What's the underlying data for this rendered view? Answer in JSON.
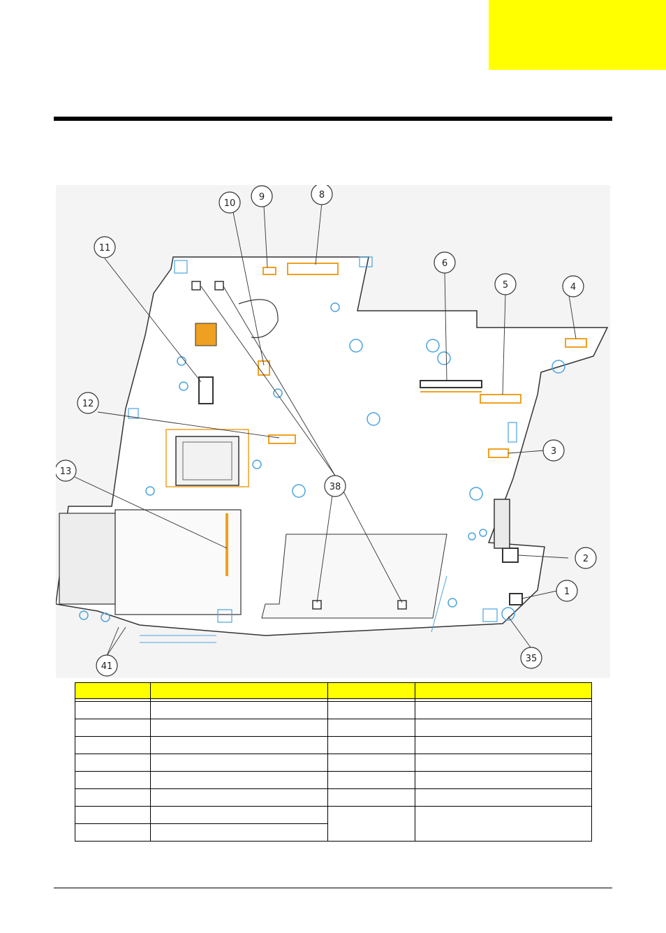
{
  "colors": {
    "accent_yellow": "#ffff00",
    "board_outline": "#333333",
    "component_orange": "#f0a020",
    "mark_blue": "#4aa3df"
  },
  "callouts": [
    "11",
    "10",
    "9",
    "8",
    "6",
    "5",
    "4",
    "12",
    "3",
    "13",
    "38",
    "2",
    "1",
    "35",
    "41"
  ],
  "legend_table": {
    "columns": 4,
    "rows": 8
  }
}
